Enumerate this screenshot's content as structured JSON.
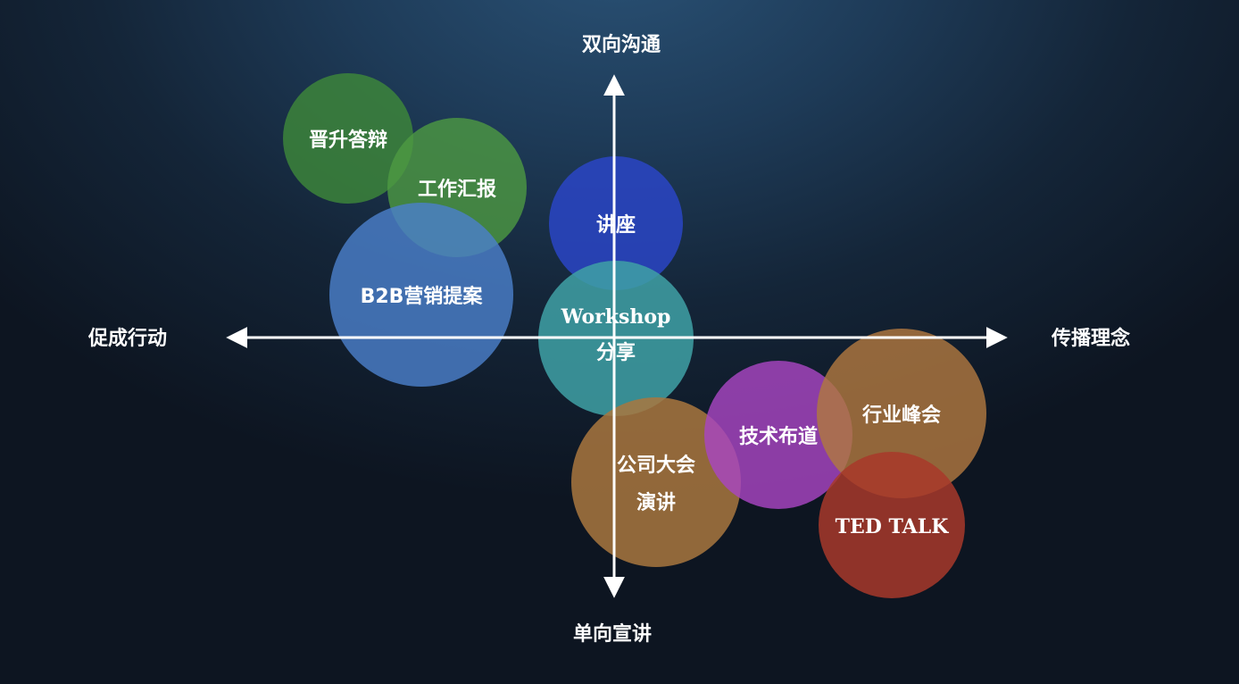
{
  "axes": {
    "top": "双向沟通",
    "bottom": "单向宣讲",
    "left": "促成行动",
    "right": "传播理念"
  },
  "bubbles": [
    {
      "id": "promotion-defense",
      "lines": [
        "晋升答辩"
      ],
      "color": "#3f8a3a",
      "opacity": 0.8
    },
    {
      "id": "work-report",
      "lines": [
        "工作汇报"
      ],
      "color": "#4d9a42",
      "opacity": 0.8
    },
    {
      "id": "b2b-proposal",
      "lines": [
        "B2B营销提案"
      ],
      "color": "#4a7fc9",
      "opacity": 0.82
    },
    {
      "id": "lecture",
      "lines": [
        "讲座"
      ],
      "color": "#2a45c6",
      "opacity": 0.85
    },
    {
      "id": "workshop",
      "lines": [
        "Workshop",
        "分享"
      ],
      "color": "#3fa1a6",
      "opacity": 0.85,
      "serif": true
    },
    {
      "id": "company-meeting",
      "lines": [
        "公司大会",
        "演讲"
      ],
      "color": "#a9773e",
      "opacity": 0.85
    },
    {
      "id": "tech-evangelism",
      "lines": [
        "技术布道"
      ],
      "color": "#a845c2",
      "opacity": 0.82
    },
    {
      "id": "industry-summit",
      "lines": [
        "行业峰会"
      ],
      "color": "#b07840",
      "opacity": 0.82
    },
    {
      "id": "ted-talk",
      "lines": [
        "TED TALK"
      ],
      "color": "#a8382a",
      "opacity": 0.85,
      "serif": true
    }
  ]
}
